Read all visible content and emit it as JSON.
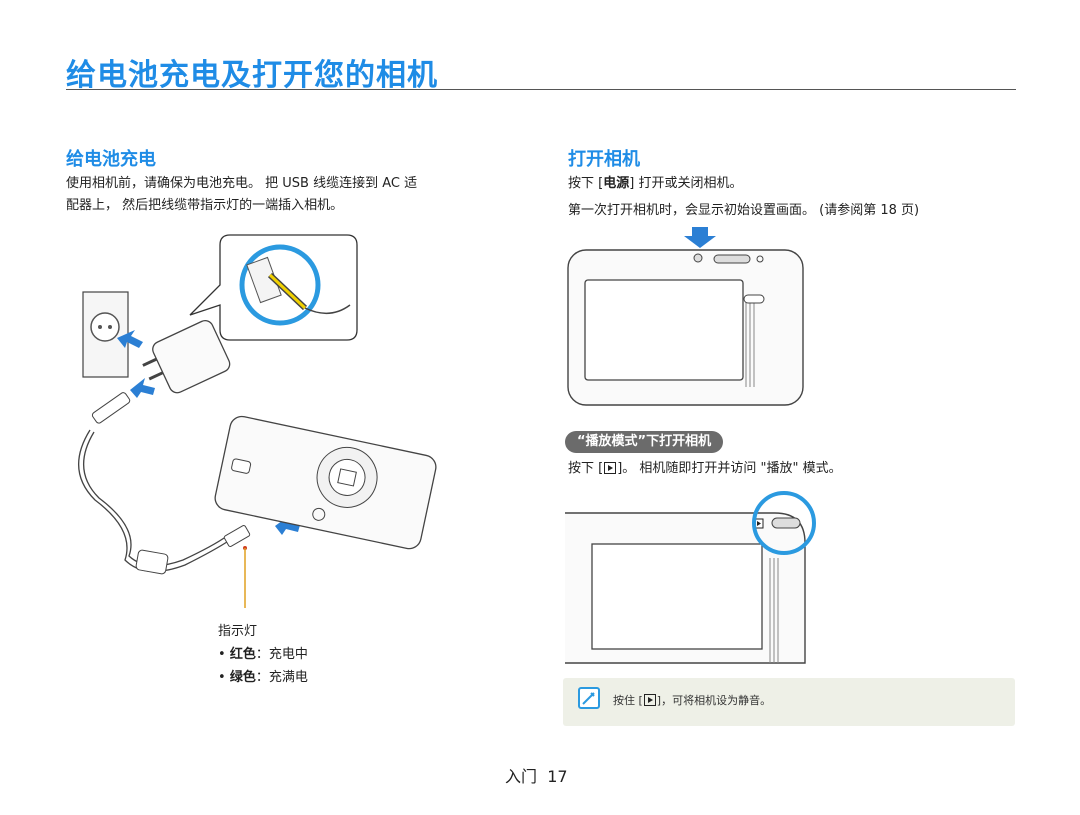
{
  "title": "给电池充电及打开您的相机",
  "left": {
    "heading": "给电池充电",
    "para_line1": "使用相机前，请确保为电池充电。 把 USB 线缆连接到 AC 适",
    "para_line2": "配器上， 然后把线缆带指示灯的一端插入相机。",
    "indicator_label": "指示灯",
    "bullets": [
      {
        "color": "红色",
        "sep": "：",
        "desc": "充电中"
      },
      {
        "color": "绿色",
        "sep": "：",
        "desc": "充满电"
      }
    ]
  },
  "right": {
    "heading": "打开相机",
    "step1_pre": "按下 [",
    "step1_btn": "电源",
    "step1_post": "] 打开或关闭相机。",
    "step2": "第一次打开相机时，会显示初始设置画面。 (请参阅第 18 页)",
    "mode_pill": "“播放模式”下打开相机",
    "mode_pre": "按下 [",
    "mode_post": "]。 相机随即打开并访问 \"播放\" 模式。",
    "note_pre": "按住 [",
    "note_post": "]，可将相机设为静音。"
  },
  "footer": {
    "section": "入门",
    "page": "17"
  },
  "colors": {
    "accent": "#1f8ce6",
    "arrow": "#2b7fd4",
    "indicator_line": "#e0a020",
    "note_bg": "#eef0e7"
  }
}
